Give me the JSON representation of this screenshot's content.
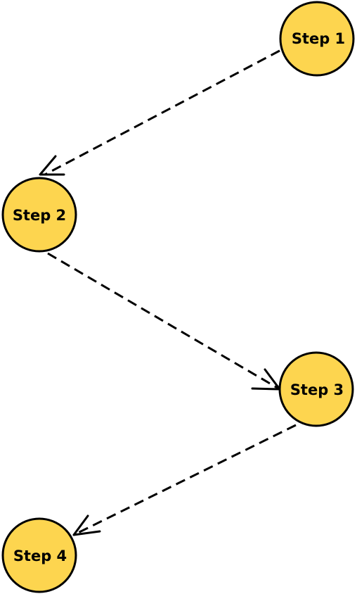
{
  "diagram": {
    "colors": {
      "node_fill": "#FDD54F",
      "node_stroke": "#000000",
      "edge_stroke": "#000000",
      "background": "#FFFFFF"
    },
    "edge_style": "dashed",
    "nodes": [
      {
        "id": "step1",
        "label": "Step 1"
      },
      {
        "id": "step2",
        "label": "Step 2"
      },
      {
        "id": "step3",
        "label": "Step 3"
      },
      {
        "id": "step4",
        "label": "Step 4"
      }
    ],
    "edges": [
      {
        "from": "step1",
        "to": "step2"
      },
      {
        "from": "step2",
        "to": "step3"
      },
      {
        "from": "step3",
        "to": "step4"
      }
    ]
  }
}
